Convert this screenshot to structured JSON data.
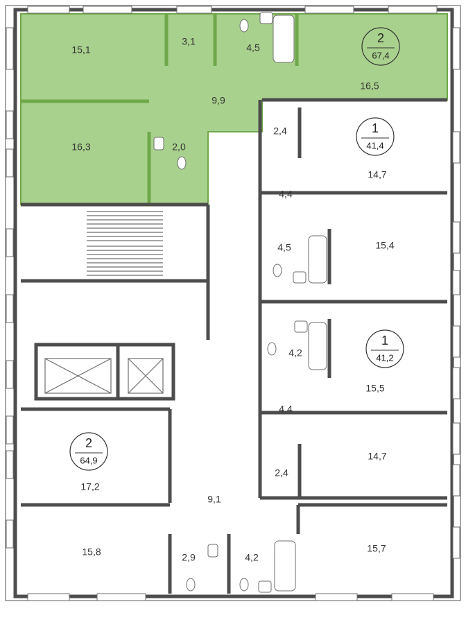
{
  "colors": {
    "highlight_fill": "#a9d18e",
    "highlight_wall": "#6fa84a",
    "wall": "#4d4d4d",
    "window": "#ffffff",
    "background": "#ffffff"
  },
  "apartments": [
    {
      "id": "apt-top-left",
      "rooms_count": "2",
      "area": "67,4",
      "highlighted": true
    },
    {
      "id": "apt-right-upper",
      "rooms_count": "1",
      "area": "41,4",
      "highlighted": false
    },
    {
      "id": "apt-right-lower",
      "rooms_count": "1",
      "area": "41,2",
      "highlighted": false
    },
    {
      "id": "apt-bottom-left",
      "rooms_count": "2",
      "area": "64,9",
      "highlighted": false
    }
  ],
  "rooms": [
    {
      "name": "room-15-1",
      "label": "15,1"
    },
    {
      "name": "room-3-1",
      "label": "3,1"
    },
    {
      "name": "room-4-5-top",
      "label": "4,5"
    },
    {
      "name": "room-16-5",
      "label": "16,5"
    },
    {
      "name": "room-9-9",
      "label": "9,9"
    },
    {
      "name": "room-16-3",
      "label": "16,3"
    },
    {
      "name": "room-2-0",
      "label": "2,0"
    },
    {
      "name": "room-2-4-upper",
      "label": "2,4"
    },
    {
      "name": "room-14-7-upper",
      "label": "14,7"
    },
    {
      "name": "room-4-4-upper",
      "label": "4,4"
    },
    {
      "name": "room-4-5-right",
      "label": "4,5"
    },
    {
      "name": "room-15-4",
      "label": "15,4"
    },
    {
      "name": "room-4-2-right",
      "label": "4,2"
    },
    {
      "name": "room-15-5",
      "label": "15,5"
    },
    {
      "name": "room-4-4-lower",
      "label": "4,4"
    },
    {
      "name": "room-14-7-lower",
      "label": "14,7"
    },
    {
      "name": "room-2-4-lower",
      "label": "2,4"
    },
    {
      "name": "room-17-2",
      "label": "17,2"
    },
    {
      "name": "room-9-1",
      "label": "9,1"
    },
    {
      "name": "room-15-8",
      "label": "15,8"
    },
    {
      "name": "room-2-9",
      "label": "2,9"
    },
    {
      "name": "room-4-2-bottom",
      "label": "4,2"
    },
    {
      "name": "room-15-7",
      "label": "15,7"
    }
  ]
}
